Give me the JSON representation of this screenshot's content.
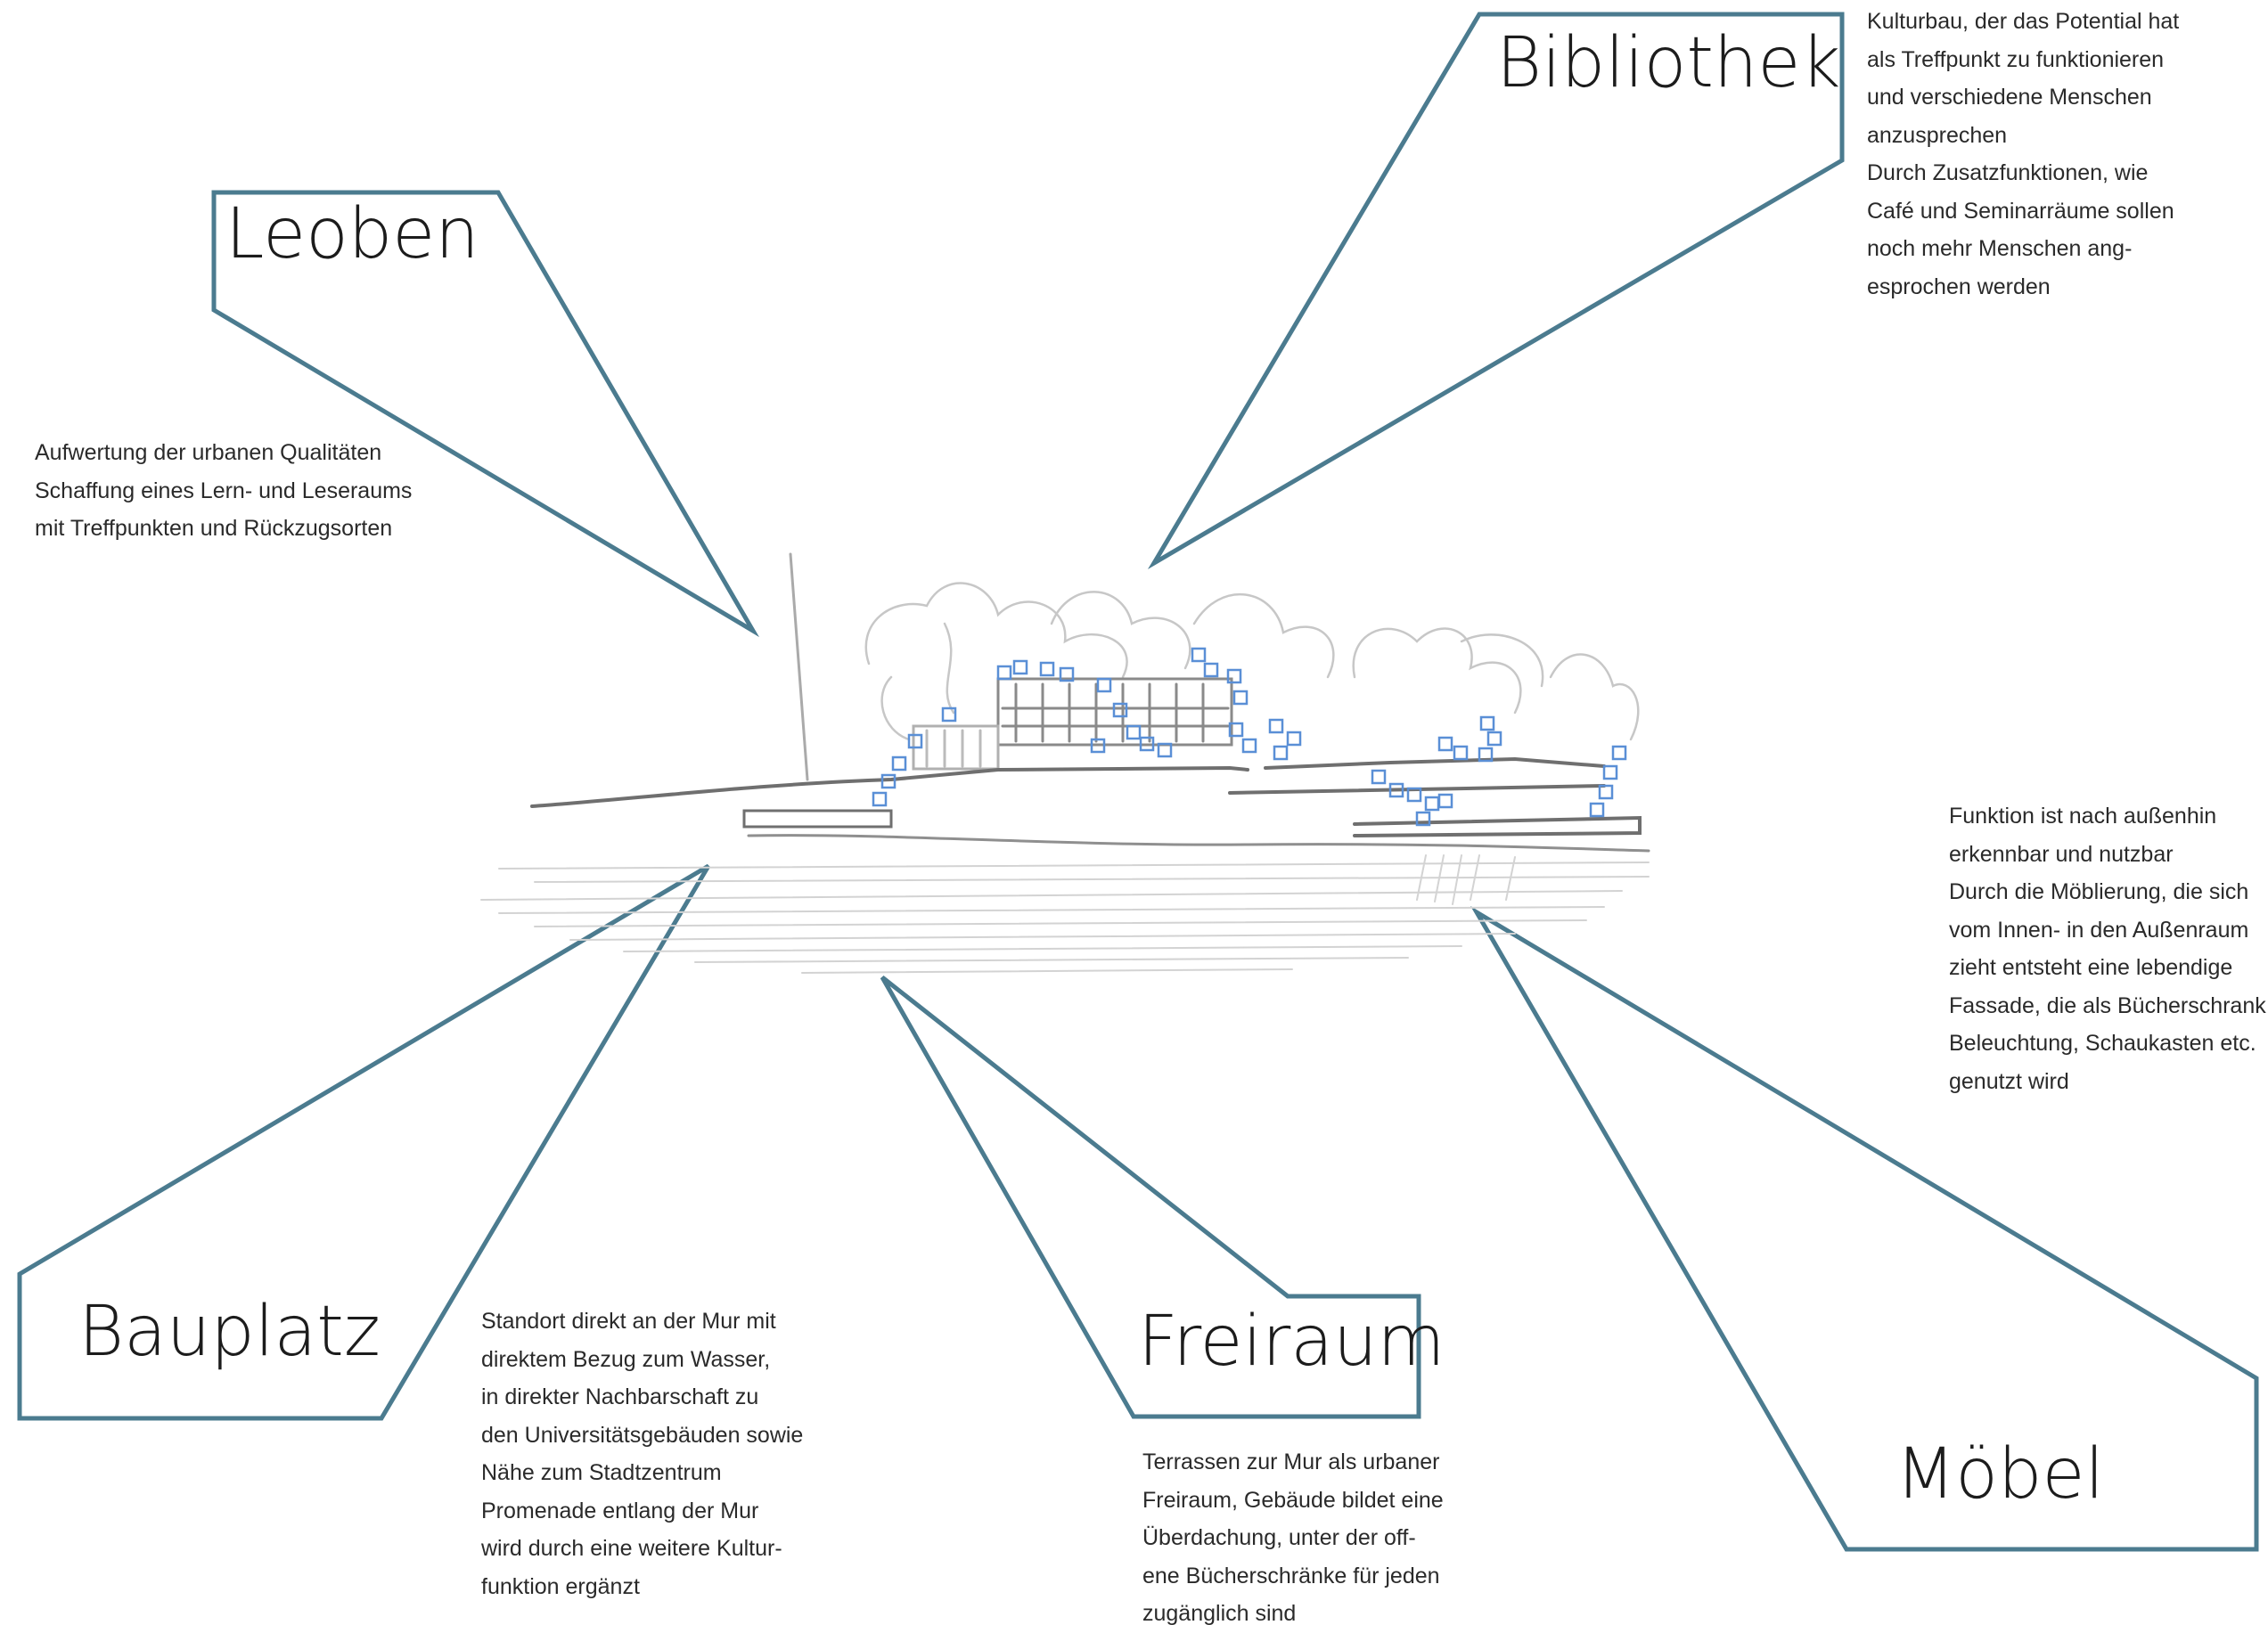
{
  "colors": {
    "outline": "#4b7b8f",
    "sketch": "#9a9a9a",
    "furniture": "#5a8fd6"
  },
  "callouts": {
    "leoben": {
      "title": "Leoben",
      "lines": [
        "Aufwertung der urbanen Qualitäten",
        "Schaffung eines Lern- und Leseraums",
        "mit Treffpunkten und Rückzugsorten"
      ]
    },
    "bibliothek": {
      "title": "Bibliothek",
      "lines": [
        "Kulturbau, der das Potential hat",
        "als Treffpunkt zu funktionieren",
        "und verschiedene Menschen",
        "anzusprechen",
        "Durch Zusatzfunktionen, wie",
        "Café und Seminarräume sollen",
        "noch mehr Menschen ang-",
        "esprochen werden"
      ]
    },
    "bauplatz": {
      "title": "Bauplatz",
      "lines": [
        "Standort direkt an der Mur mit",
        "direktem Bezug zum Wasser,",
        "in direkter Nachbarschaft zu",
        "den Universitätsgebäuden sowie",
        "Nähe zum Stadtzentrum",
        "Promenade entlang der Mur",
        "wird durch eine weitere Kultur-",
        "funktion ergänzt"
      ]
    },
    "freiraum": {
      "title": "Freiraum",
      "lines": [
        "Terrassen zur Mur als urbaner",
        "Freiraum, Gebäude bildet eine",
        "Überdachung, unter der off-",
        "ene Bücherschränke für jeden",
        "zugänglich sind"
      ]
    },
    "moebel": {
      "title": "Möbel",
      "lines": [
        "Funktion ist nach außenhin",
        "erkennbar und nutzbar",
        "Durch die Möblierung, die sich",
        "vom Innen- in den Außenraum",
        "zieht entsteht eine lebendige",
        "Fassade, die als Bücherschrank,",
        "Beleuchtung, Schaukasten etc.",
        "genutzt wird"
      ]
    }
  }
}
